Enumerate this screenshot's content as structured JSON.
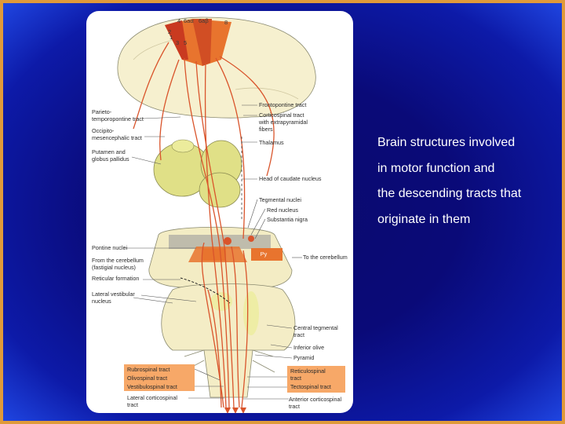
{
  "caption": {
    "lines": [
      "Brain structures involved",
      "in motor function and",
      "the descending tracts that",
      "originate in them"
    ]
  },
  "figure": {
    "area_numbers": [
      "4",
      "6aα",
      "6aβ",
      "8",
      "2",
      "1",
      "3",
      "5"
    ],
    "left_labels": [
      [
        "Parieto-",
        "temporopontine tract"
      ],
      [
        "Occipito-",
        "mesencephalic tract"
      ],
      [
        "Putamen and",
        "globus pallidus"
      ],
      [
        "Pontine nuclei"
      ],
      [
        "From the cerebellum",
        "(fastigial nucleus)"
      ],
      [
        "Reticular formation"
      ],
      [
        "Lateral vestibular",
        "nucleus"
      ]
    ],
    "right_labels": [
      [
        "Frontopontine tract"
      ],
      [
        "Corticospinal tract",
        "with extrapyramidal",
        "fibers"
      ],
      [
        "Thalamus"
      ],
      [
        "Head of caudate nucleus"
      ],
      [
        "Tegmental nuclei"
      ],
      [
        "Red nucleus"
      ],
      [
        "Substantia nigra"
      ],
      [
        "To the cerebellum"
      ],
      [
        "Central tegmental",
        "tract"
      ],
      [
        "Inferior olive"
      ],
      [
        "Pyramid"
      ]
    ],
    "boxed_left": [
      "Rubrospinal tract",
      "Olivospinal tract",
      "Vestibulospinal tract"
    ],
    "boxed_right": [
      "Reticulospinal",
      "tract",
      "Tectospinal tract"
    ],
    "bottom_left": [
      "Lateral corticospinal",
      "tract"
    ],
    "bottom_right": [
      "Anterior corticospinal",
      "tract"
    ],
    "py_label": "Py",
    "colors": {
      "tract": "#d9542b",
      "cortex": "#e8742e",
      "box": "#f7a868",
      "nuclei": "#dede8a",
      "tissue": "#f3ecc4"
    }
  }
}
